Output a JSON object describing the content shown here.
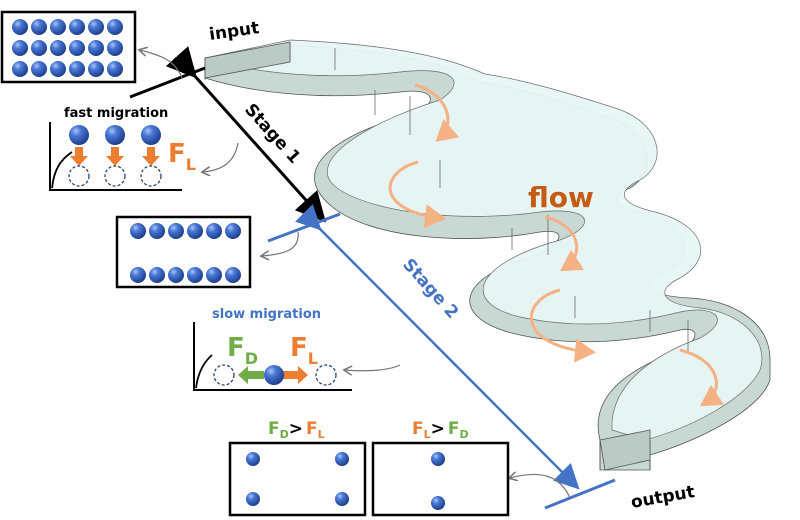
{
  "labels": {
    "input": "input",
    "output": "output",
    "flow": "flow",
    "stage1": "Stage 1",
    "stage2": "Stage 2",
    "fast_migration": "fast migration",
    "slow_migration": "slow migration"
  },
  "forces": {
    "F": "F",
    "L": "L",
    "D": "D",
    "gt": ">"
  },
  "colors": {
    "orange": "#ed7d31",
    "green": "#70ad47",
    "blue": "#4472c4",
    "channel_fill": "#c9d9d4",
    "channel_floor": "#eaf8f8",
    "flow_text": "#c55a11"
  },
  "panels": {
    "input_grid": {
      "rows": 3,
      "cols": 6
    },
    "stage1_result": {
      "rows": 2,
      "cols": 6
    },
    "fd_gt_fl": {
      "particles": 4
    },
    "fl_gt_fd": {
      "particles": 2
    }
  }
}
